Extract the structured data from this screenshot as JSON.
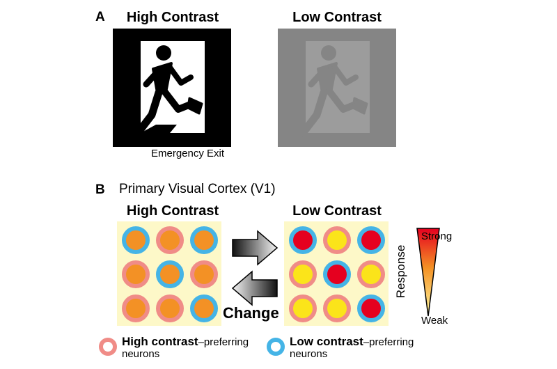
{
  "panel_a": {
    "letter": "A",
    "high_title": "High Contrast",
    "low_title": "Low Contrast",
    "caption": "Emergency Exit",
    "high_colors": {
      "bg": "#000000",
      "fg": "#ffffff"
    },
    "low_colors": {
      "bg": "#858585",
      "fg": "#9c9c9c"
    }
  },
  "panel_b": {
    "letter": "B",
    "label": "Primary Visual Cortex (V1)",
    "high_title": "High Contrast",
    "low_title": "Low Contrast",
    "change_label": "Change",
    "high_grid": [
      [
        "low",
        "high",
        "low"
      ],
      [
        "high",
        "low",
        "high"
      ],
      [
        "high",
        "high",
        "low"
      ]
    ],
    "low_grid": [
      [
        "low",
        "high",
        "low"
      ],
      [
        "high",
        "low",
        "high"
      ],
      [
        "high",
        "high",
        "low"
      ]
    ],
    "high_response": [
      [
        "mid",
        "mid",
        "mid"
      ],
      [
        "mid",
        "mid",
        "mid"
      ],
      [
        "mid",
        "mid",
        "mid"
      ]
    ],
    "low_response": [
      [
        "strong",
        "weak",
        "strong"
      ],
      [
        "weak",
        "strong",
        "weak"
      ],
      [
        "weak",
        "weak",
        "strong"
      ]
    ],
    "scale": {
      "label": "Response",
      "strong": "Strong",
      "weak": "Weak"
    },
    "colors": {
      "high_pref_ring": "#f08c87",
      "low_pref_ring": "#45b4e6",
      "strong": "#e5001f",
      "mid": "#f39125",
      "weak": "#fbe41a",
      "grid_bg": "#fdf8c8"
    }
  },
  "legend": {
    "high": {
      "bold": "High contrast",
      "rest": "–preferring",
      "line2": "neurons"
    },
    "low": {
      "bold": "Low contrast",
      "rest": "–preferring",
      "line2": "neurons"
    }
  }
}
